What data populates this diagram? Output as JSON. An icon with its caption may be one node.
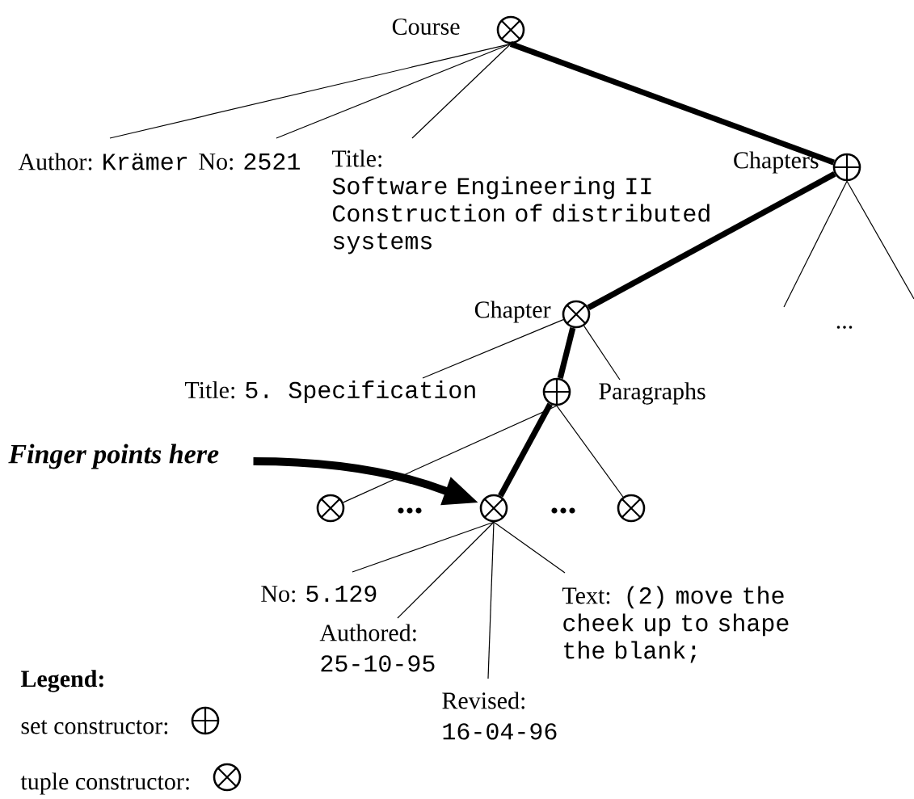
{
  "diagram": {
    "nodes": [
      {
        "text": [],
        "shape": "circle-cross",
        "beside": [
          "Course"
        ]
      },
      {
        "text": [
          "Author:",
          "Krämer"
        ]
      },
      {
        "text": [
          "No:",
          "2521"
        ]
      },
      {
        "text": [
          "Title:",
          "Software Engineering II Construction of distributed systems"
        ]
      },
      {
        "text": [],
        "shape": "circle-plus",
        "beside": [
          "Chapters"
        ]
      },
      {
        "text": [],
        "shape": "circle-cross",
        "beside": [
          "Chapter"
        ]
      },
      {
        "text": [
          "Title:",
          "5. Specification"
        ]
      },
      {
        "text": [],
        "shape": "circle-plus"
      },
      {
        "text": [
          "Paragraphs"
        ]
      },
      {
        "text": [
          "Finger points here"
        ]
      },
      {
        "text": [],
        "shape": "circle-cross"
      },
      {
        "text": [],
        "shape": "circle-cross"
      },
      {
        "text": [],
        "shape": "circle-cross"
      },
      {
        "text": [
          "No:",
          "5.129"
        ]
      },
      {
        "text": [
          "Authored:",
          "25-10-95"
        ]
      },
      {
        "text": [
          "Text:",
          "(2) move the cheek up to shape the blank;"
        ]
      },
      {
        "text": [
          "Revised:",
          "16-04-96"
        ]
      }
    ],
    "edges": [
      {
        "from": 0,
        "to": 1,
        "arrow": "none"
      },
      {
        "from": 0,
        "to": 2,
        "arrow": "none"
      },
      {
        "from": 0,
        "to": 3,
        "arrow": "none"
      },
      {
        "from": 0,
        "to": 4,
        "arrow": "none",
        "style": "thick"
      },
      {
        "from": 4,
        "to": null,
        "arrow": "none"
      },
      {
        "from": 4,
        "to": null,
        "arrow": "none"
      },
      {
        "from": 4,
        "to": 5,
        "arrow": "none",
        "style": "thick"
      },
      {
        "from": 5,
        "to": 6,
        "arrow": "none"
      },
      {
        "from": 5,
        "to": 7,
        "arrow": "none",
        "style": "thick"
      },
      {
        "from": 5,
        "to": 8,
        "arrow": "none"
      },
      {
        "from": 7,
        "to": 10,
        "arrow": "none"
      },
      {
        "from": 7,
        "to": 11,
        "arrow": "none",
        "style": "thick"
      },
      {
        "from": 7,
        "to": 12,
        "arrow": "none"
      },
      {
        "from": 9,
        "to": 11,
        "arrow": "to",
        "style": "thick"
      },
      {
        "from": 11,
        "to": 13,
        "arrow": "none"
      },
      {
        "from": 11,
        "to": 14,
        "arrow": "none"
      },
      {
        "from": 11,
        "to": 16,
        "arrow": "none"
      },
      {
        "from": 11,
        "to": 15,
        "arrow": "none"
      }
    ],
    "labels": [
      "...",
      "...",
      "...",
      "Legend:"
    ],
    "legend": [
      {
        "text": "set constructor:"
      },
      {
        "text": "tuple constructor:"
      }
    ]
  }
}
